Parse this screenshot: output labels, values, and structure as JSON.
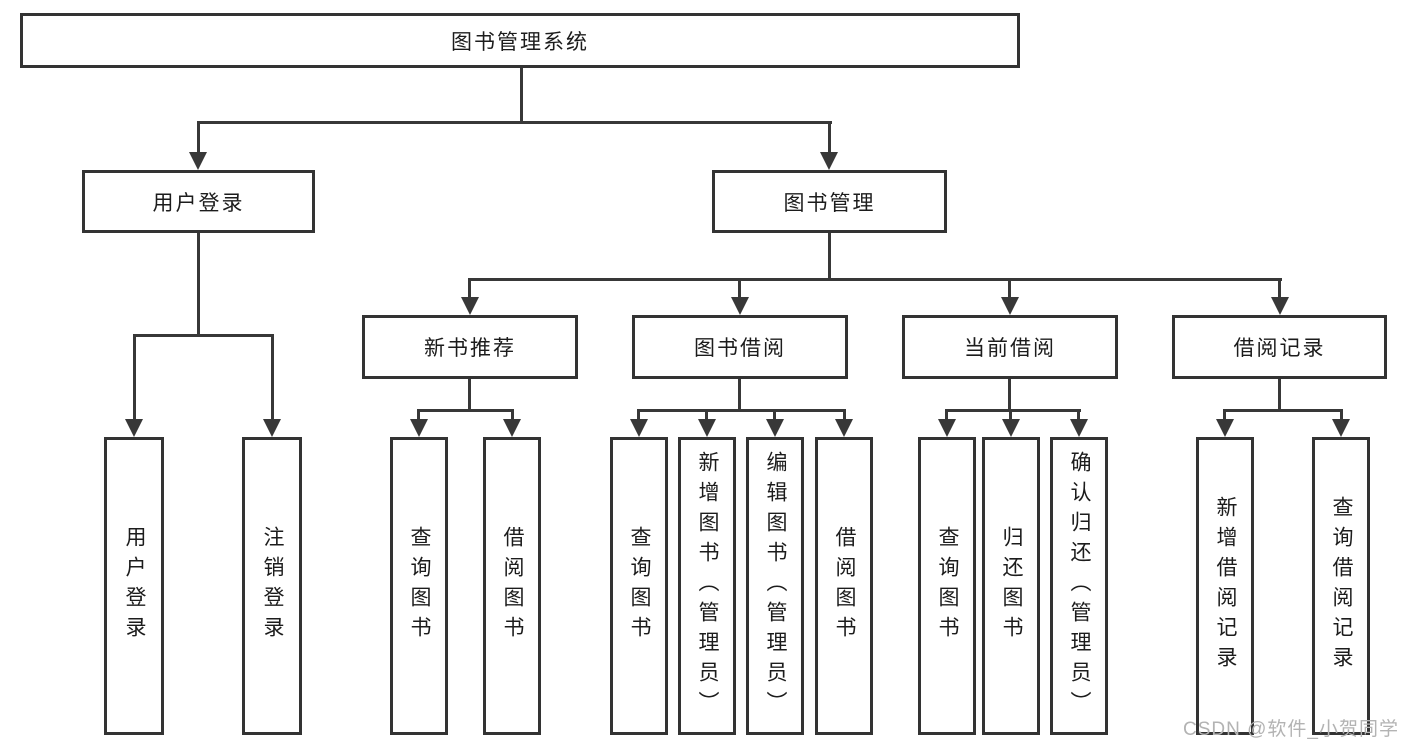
{
  "colors": {
    "line": "#383838",
    "box_border": "#333333",
    "text": "#1c1c1c",
    "watermark": "#b3b3b3",
    "background": "#ffffff"
  },
  "watermark": {
    "text": "CSDN @软件_小贺同学"
  },
  "tree": {
    "root": {
      "label": "图书管理系统",
      "children": [
        {
          "label": "用户登录",
          "children": [
            {
              "label": "用户登录"
            },
            {
              "label": "注销登录"
            }
          ]
        },
        {
          "label": "图书管理",
          "children": [
            {
              "label": "新书推荐",
              "children": [
                {
                  "label": "查询图书"
                },
                {
                  "label": "借阅图书"
                }
              ]
            },
            {
              "label": "图书借阅",
              "children": [
                {
                  "label": "查询图书"
                },
                {
                  "label": "新增图书（管理员）"
                },
                {
                  "label": "编辑图书（管理员）"
                },
                {
                  "label": "借阅图书"
                }
              ]
            },
            {
              "label": "当前借阅",
              "children": [
                {
                  "label": "查询图书"
                },
                {
                  "label": "归还图书"
                },
                {
                  "label": "确认归还（管理员）"
                }
              ]
            },
            {
              "label": "借阅记录",
              "children": [
                {
                  "label": "新增借阅记录"
                },
                {
                  "label": "查询借阅记录"
                }
              ]
            }
          ]
        }
      ]
    }
  }
}
